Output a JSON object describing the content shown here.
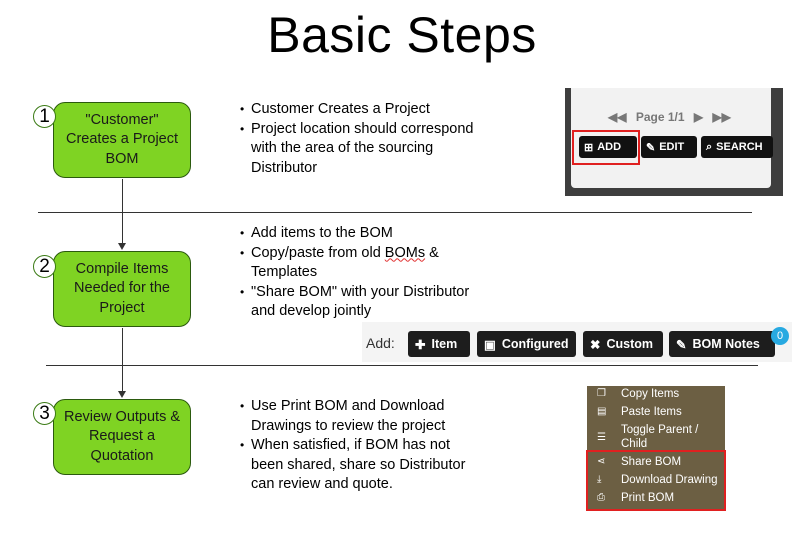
{
  "title": "Basic Steps",
  "steps": [
    {
      "number": "1",
      "label": "\"Customer\" Creates a Project BOM",
      "bullets": [
        [
          "Customer Creates a Project"
        ],
        [
          "Project location should correspond",
          "with the area of the sourcing",
          "Distributor"
        ]
      ]
    },
    {
      "number": "2",
      "label": "Compile Items Needed for the Project",
      "bullets": [
        [
          "Add items to the BOM"
        ],
        [
          "Copy/paste from old BOMs &",
          "Templates"
        ],
        [
          "\"Share BOM\" with your Distributor",
          "and develop jointly"
        ]
      ]
    },
    {
      "number": "3",
      "label": "Review Outputs & Request a Quotation",
      "bullets": [
        [
          "Use Print BOM and Download",
          "Drawings to review the project"
        ],
        [
          "When satisfied, if BOM has not",
          "been shared, share so Distributor",
          "can review and quote."
        ]
      ]
    }
  ],
  "screenshot_pager": {
    "page_label": "Page 1/1",
    "buttons": [
      "ADD",
      "EDIT",
      "SEARCH"
    ],
    "icons": [
      "first-page-icon",
      "prev-page-icon",
      "next-page-icon",
      "last-page-icon",
      "add-icon",
      "edit-icon",
      "search-icon"
    ]
  },
  "screenshot_toolbar": {
    "add_label": "Add:",
    "buttons": [
      "Item",
      "Configured",
      "Custom",
      "BOM Notes"
    ],
    "badge": "0"
  },
  "screenshot_menu": {
    "items": [
      "Copy Items",
      "Paste Items",
      "Toggle Parent /",
      "Child",
      "Share BOM",
      "Download Drawing",
      "Print BOM"
    ]
  },
  "colors": {
    "step_fill": "#7fd323",
    "highlight": "#e02020",
    "badge": "#27a9e1",
    "menu_bg": "#6c5f43"
  }
}
